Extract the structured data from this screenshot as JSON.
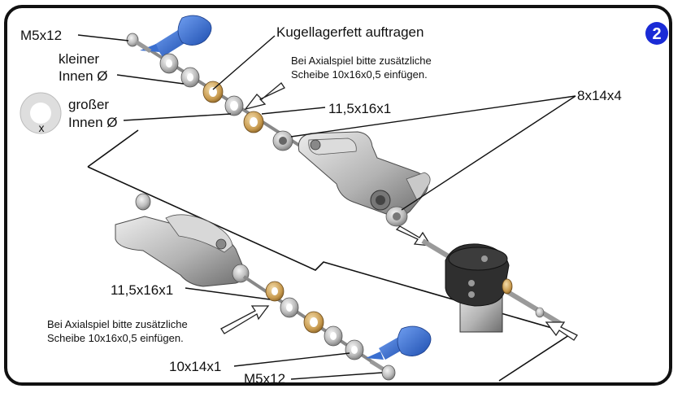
{
  "step_badge": "2",
  "labels": {
    "m5x12_top": "M5x12",
    "kleiner_line1": "kleiner",
    "kleiner_line2": "Innen Ø",
    "grosser_line1": "großer",
    "grosser_line2": "Innen Ø",
    "kugellager": "Kugellagerfett auftragen",
    "axial_top_line1": "Bei Axialspiel bitte zusätzliche",
    "axial_top_line2": "Scheibe 10x16x0,5 einfügen.",
    "washer_top": "11,5x16x1",
    "bearing": "8x14x4",
    "washer_bottom": "11,5x16x1",
    "axial_bottom_line1": "Bei Axialspiel bitte zusätzliche",
    "axial_bottom_line2": "Scheibe 10x16x0,5 einfügen.",
    "washer_10x14": "10x14x1",
    "m5x12_bottom": "M5x12"
  },
  "colors": {
    "frame": "#111111",
    "badge": "#1a2bd6",
    "glue_blue": "#3a6fd0",
    "brass": "#c9a05a",
    "metal": "#bfbfbf",
    "dark_part": "#333333"
  }
}
